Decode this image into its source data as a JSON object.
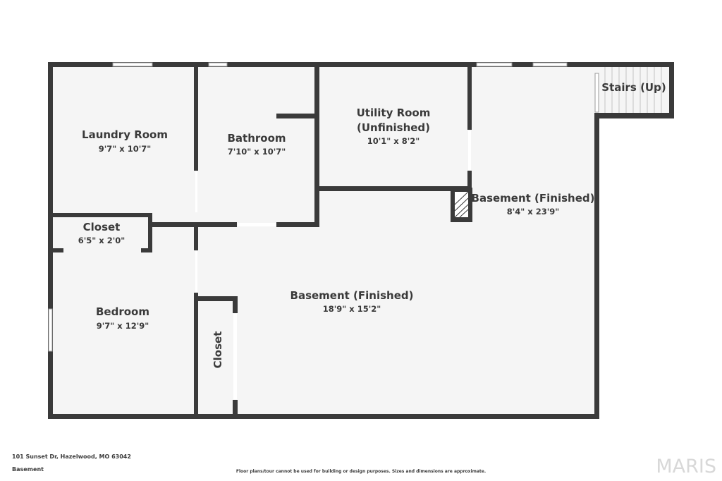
{
  "rooms": {
    "laundry": {
      "name": "Laundry Room",
      "dims": "9'7\" x 10'7\""
    },
    "bathroom": {
      "name": "Bathroom",
      "dims": "7'10\" x 10'7\""
    },
    "utility": {
      "name_line1": "Utility Room",
      "name_line2": "(Unfinished)",
      "dims": "10'1\" x 8'2\""
    },
    "basement_east": {
      "name": "Basement (Finished)",
      "dims": "8'4\" x 23'9\""
    },
    "stairs": {
      "name": "Stairs (Up)"
    },
    "closet_top": {
      "name": "Closet",
      "dims": "6'5\" x 2'0\""
    },
    "bedroom": {
      "name": "Bedroom",
      "dims": "9'7\" x 12'9\""
    },
    "basement_main": {
      "name": "Basement (Finished)",
      "dims": "18'9\" x 15'2\""
    },
    "closet_side": {
      "name": "Closet"
    }
  },
  "footer": {
    "address": "101 Sunset Dr, Hazelwood, MO 63042",
    "level": "Basement",
    "disclaimer": "Floor plans/tour cannot be used for building or design purposes. Sizes and dimensions are approximate.",
    "brand": "MARIS"
  },
  "colors": {
    "wall": "#3a3a3a",
    "floor": "#f5f5f5",
    "text": "#3a3a3a",
    "brand": "#d8d8d8"
  }
}
